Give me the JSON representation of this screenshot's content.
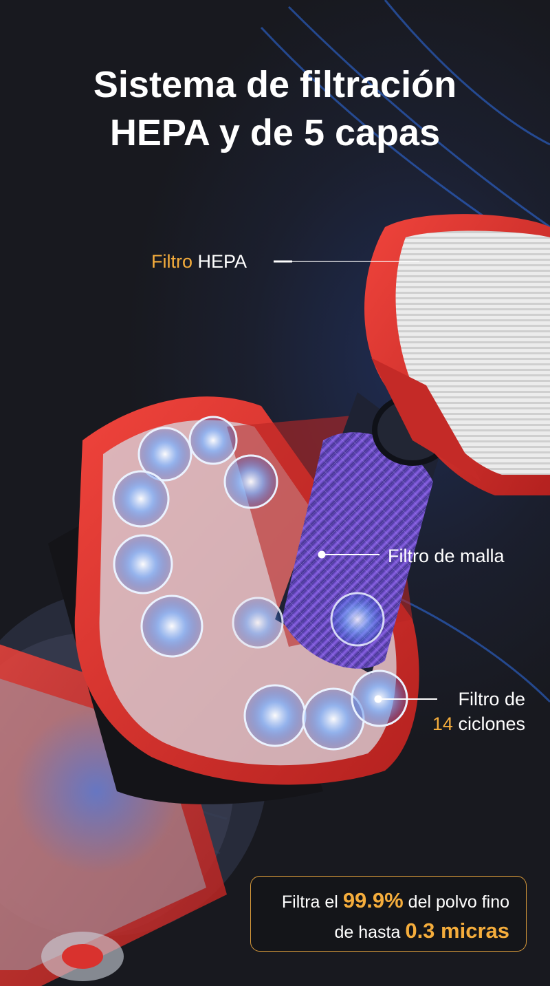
{
  "title": {
    "line1": "Sistema de filtración",
    "line2": "HEPA y de 5 capas"
  },
  "callouts": {
    "hepa": {
      "accent": "Filtro",
      "text": "HEPA"
    },
    "mesh": {
      "text": "Filtro de malla"
    },
    "cyclone": {
      "line1": "Filtro de",
      "accent": "14",
      "line2_rest": "ciclones"
    }
  },
  "badge": {
    "line1_prefix": "Filtra el",
    "line1_value": "99.9%",
    "line1_suffix": "del polvo fino",
    "line2_prefix": "de hasta",
    "line2_value": "0.3 micras"
  },
  "colors": {
    "accent": "#f5ad3c",
    "background": "#1b1c22",
    "housing_red": "#d9322e",
    "mesh_purple": "#6b46c8",
    "airflow_blue": "#2f7cff"
  }
}
